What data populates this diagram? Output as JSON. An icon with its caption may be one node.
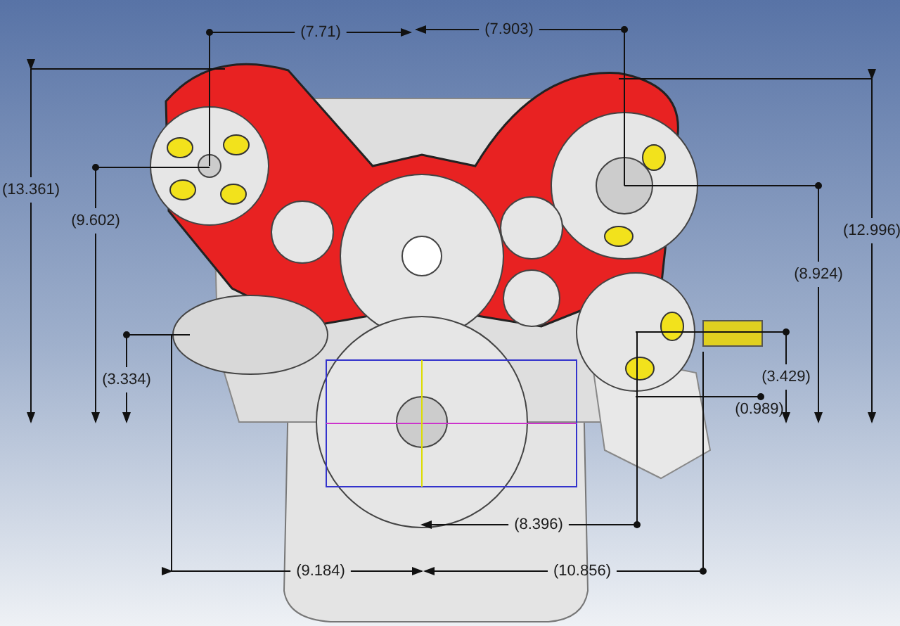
{
  "diagram": {
    "labels": [
      "(7.71)",
      "(7.903)",
      "(13.361)",
      "(9.602)",
      "(12.996)",
      "(8.924)",
      "(3.334)",
      "(3.429)",
      "(0.989)",
      "(8.396)",
      "(9.184)",
      "(10.856)"
    ]
  }
}
